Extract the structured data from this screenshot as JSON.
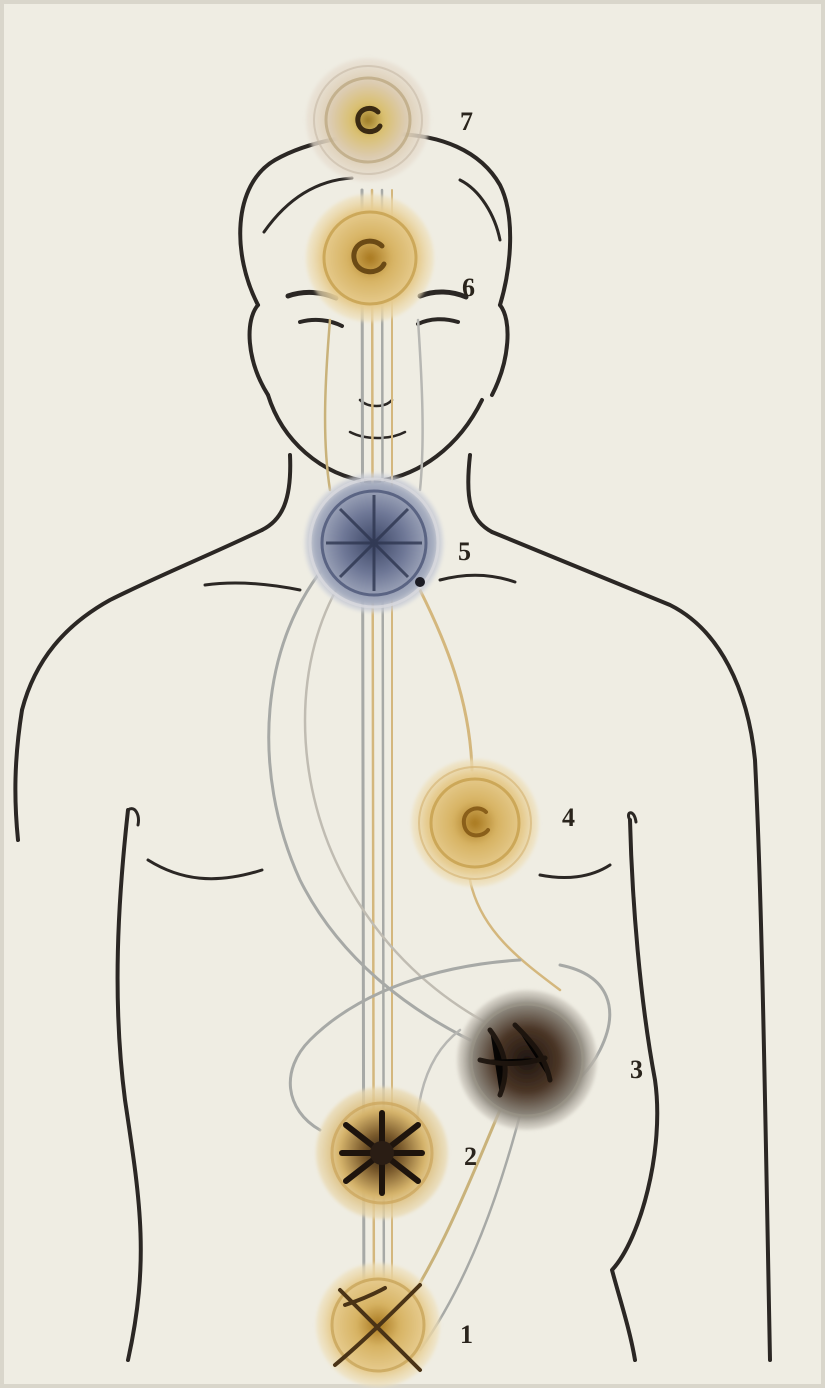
{
  "colors": {
    "paper": "#efede3",
    "outline": "#2b2724",
    "gold": "#d8b46a",
    "gold_dark": "#b8892e",
    "blue_gray": "#6f7897",
    "dark_brown": "#3b2a1f",
    "channel_gray": "#a7a9a6",
    "channel_gold": "#d4b77d"
  },
  "labels": {
    "c1": "1",
    "c2": "2",
    "c3": "3",
    "c4": "4",
    "c5": "5",
    "c6": "6",
    "c7": "7"
  },
  "chakras": [
    {
      "id": "c1",
      "style": "gold"
    },
    {
      "id": "c2",
      "style": "gold-dark-spokes"
    },
    {
      "id": "c3",
      "style": "dark-brown"
    },
    {
      "id": "c4",
      "style": "gold"
    },
    {
      "id": "c5",
      "style": "blue-gray"
    },
    {
      "id": "c6",
      "style": "gold"
    },
    {
      "id": "c7",
      "style": "gold-pale"
    }
  ]
}
